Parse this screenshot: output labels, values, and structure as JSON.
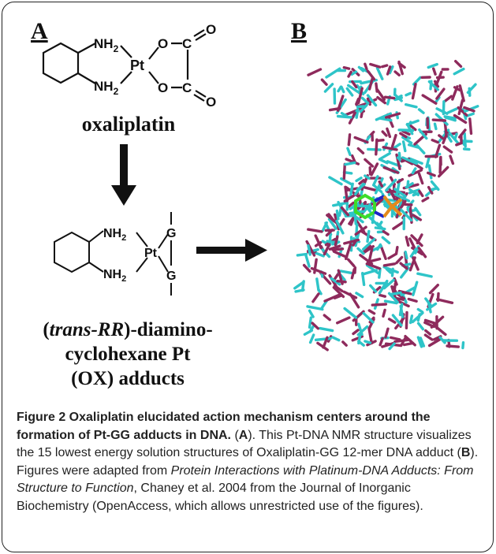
{
  "panel_a": {
    "label": "A",
    "oxaliplatin": {
      "nh2_top": "NH",
      "nh2_bottom": "NH",
      "subscript": "2",
      "pt": "Pt",
      "o_top": "O",
      "o_bottom": "O",
      "c_top": "C",
      "c_bottom": "C",
      "o_top_dbl": "O",
      "o_bottom_dbl": "O",
      "name": "oxaliplatin"
    },
    "adduct": {
      "nh2_top": "NH",
      "nh2_bottom": "NH",
      "subscript": "2",
      "pt": "Pt",
      "g_top": "G",
      "g_bottom": "G",
      "name_italic": "trans-RR",
      "name_open": "(",
      "name_close": ")-diamino-",
      "name_line2": "cyclohexane Pt",
      "name_line3": "(OX) adducts"
    }
  },
  "panel_b": {
    "label": "B"
  },
  "colors": {
    "cyan": "#2ec4c8",
    "magenta": "#8e2a5c",
    "green": "#3ddc2a",
    "orange": "#e48a1c",
    "blue": "#1a24c8"
  },
  "caption": {
    "heading": "Figure 2 Oxaliplatin elucidated action mechanism centers around the formation of Pt-GG adducts in DNA.",
    "p1": " (",
    "ref_a": "A",
    "p2": "). This Pt-DNA NMR structure visualizes the 15 lowest energy solution structures of Oxaliplatin-GG 12-mer DNA adduct (",
    "ref_b": "B",
    "p3": "). Figures were adapted from ",
    "title_italic": "Protein Interactions with Platinum-DNA Adducts: From Structure to Function",
    "p4": ", Chaney et al. 2004 from the Journal of Inorganic Biochemistry (OpenAccess, which allows unrestricted use of the figures)."
  }
}
